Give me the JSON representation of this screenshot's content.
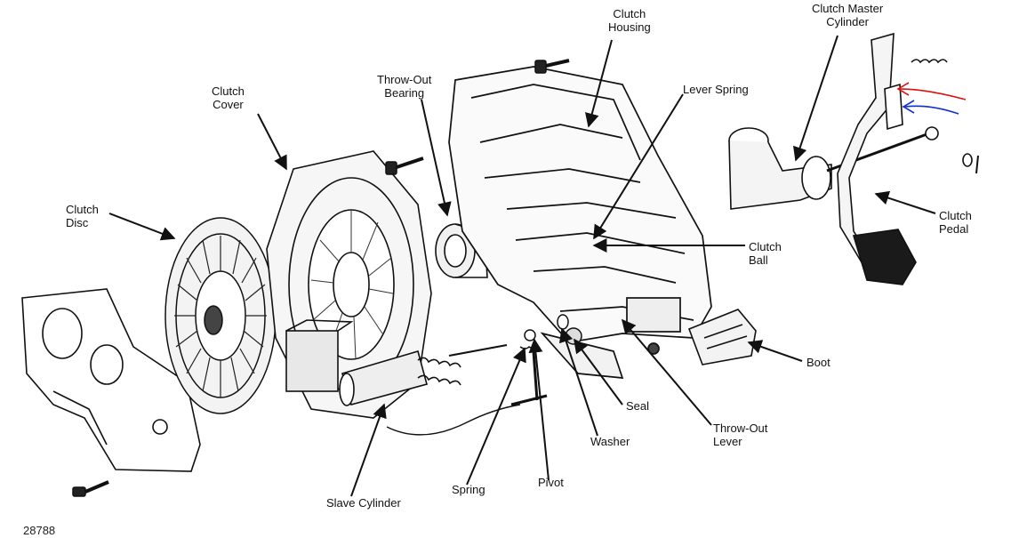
{
  "title": "Clutch assembly exploded view",
  "labels": {
    "clutch_housing": [
      "Clutch",
      "Housing"
    ],
    "clutch_master_cylinder": [
      "Clutch Master",
      "Cylinder"
    ],
    "throw_out_bearing": [
      "Throw-Out",
      "Bearing"
    ],
    "clutch_cover": [
      "Clutch",
      "Cover"
    ],
    "lever_spring": "Lever Spring",
    "clutch_disc": [
      "Clutch",
      "Disc"
    ],
    "clutch_pedal": [
      "Clutch",
      "Pedal"
    ],
    "clutch_ball": [
      "Clutch",
      "Ball"
    ],
    "boot": "Boot",
    "seal": "Seal",
    "throw_out_lever": [
      "Throw-Out",
      "Lever"
    ],
    "washer": "Washer",
    "pivot": "Pivot",
    "spring": "Spring",
    "slave_cylinder": "Slave Cylinder"
  },
  "figure_number": "28788",
  "colors": {
    "line": "#111111",
    "annotation_red": "#e01010",
    "annotation_blue": "#1030d0",
    "pedal_pad": "#1a1a1a"
  }
}
